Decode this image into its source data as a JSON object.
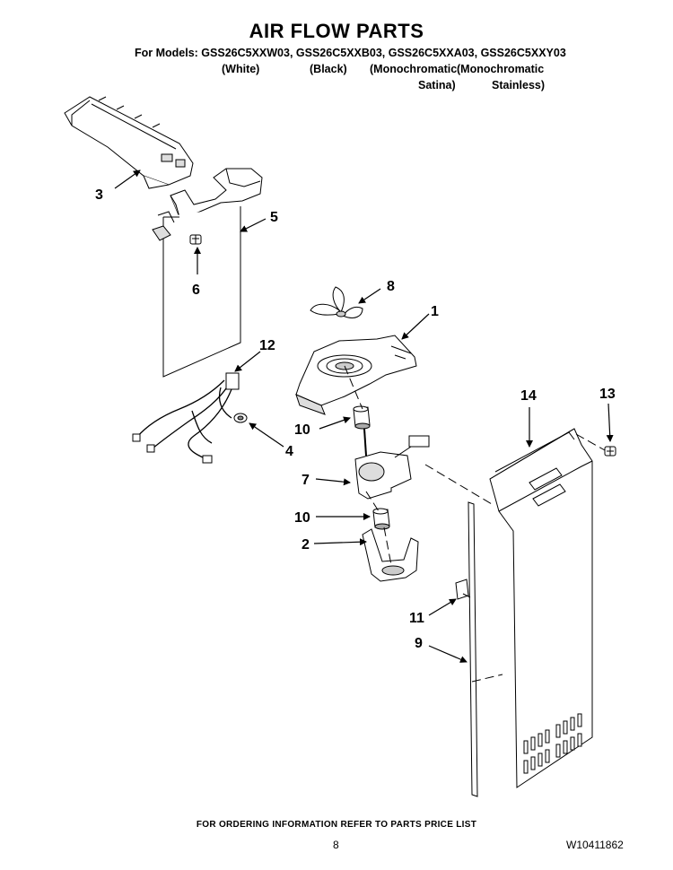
{
  "title": "AIR FLOW PARTS",
  "models_line": "For Models: GSS26C5XXW03, GSS26C5XXB03, GSS26C5XXA03, GSS26C5XXY03",
  "variants": {
    "white": "(White)",
    "black": "(Black)",
    "mono1_line1": "(Monochromatic",
    "mono1_line2": "Satina)",
    "mono2_line1": "(Monochromatic",
    "mono2_line2": "Stainless)"
  },
  "callouts": {
    "c1": "1",
    "c2": "2",
    "c3": "3",
    "c4": "4",
    "c5": "5",
    "c6": "6",
    "c7": "7",
    "c8": "8",
    "c9": "9",
    "c10a": "10",
    "c10b": "10",
    "c11": "11",
    "c12": "12",
    "c13": "13",
    "c14": "14"
  },
  "footer": "FOR ORDERING INFORMATION REFER TO PARTS PRICE LIST",
  "page_number": "8",
  "doc_number": "W10411862"
}
